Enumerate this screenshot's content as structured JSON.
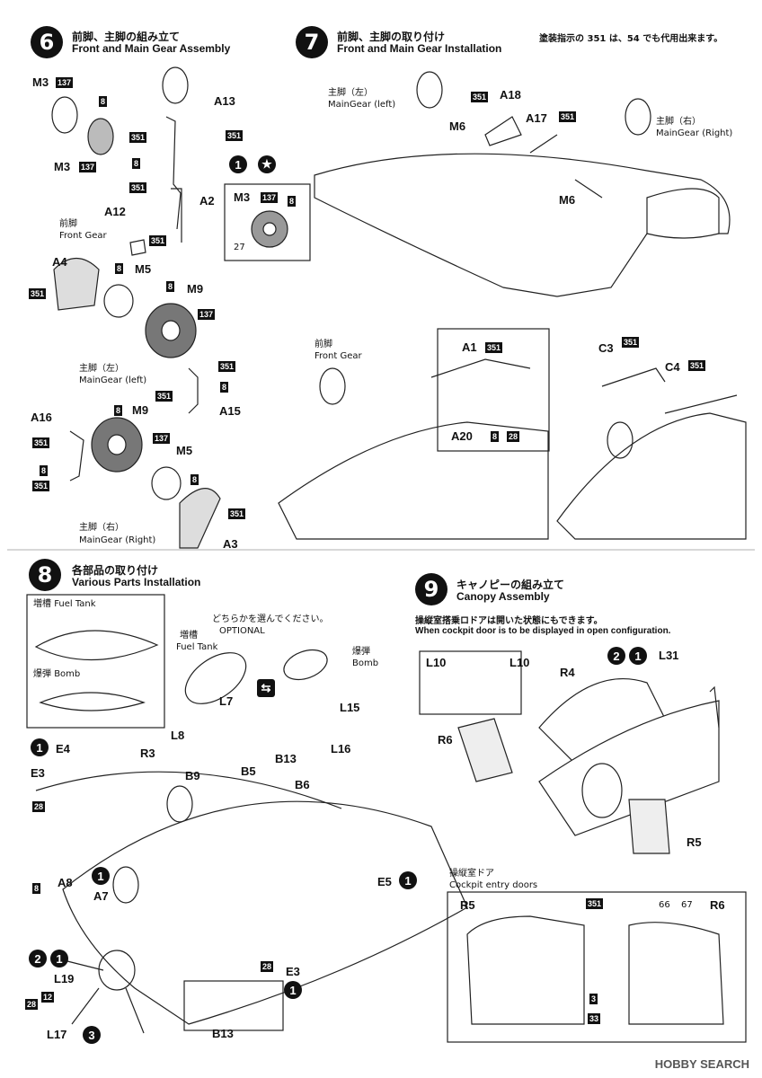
{
  "steps": {
    "s6": {
      "num": "6",
      "title_ja": "前脚、主脚の組み立て",
      "title_en": "Front and Main Gear Assembly"
    },
    "s7": {
      "num": "7",
      "title_ja": "前脚、主脚の取り付け",
      "title_en": "Front and Main Gear Installation"
    },
    "s8": {
      "num": "8",
      "title_ja": "各部品の取り付け",
      "title_en": "Various Parts Installation"
    },
    "s9": {
      "num": "9",
      "title_ja": "キャノピーの組み立て",
      "title_en": "Canopy Assembly"
    }
  },
  "paint_note": "塗装指示の 351 は、54 でも代用出来ます。",
  "labels": {
    "front_gear_ja": "前脚",
    "front_gear_en": "Front Gear",
    "main_left_ja": "主脚（左）",
    "main_left_en": "MainGear (left)",
    "main_right_ja": "主脚（右）",
    "main_right_en": "MainGear (Right)",
    "fuel_tank_ja": "増槽",
    "fuel_tank_en": "Fuel Tank",
    "bomb_ja": "爆弾",
    "bomb_en": "Bomb",
    "optional_ja": "どちらかを選んでください。",
    "optional_en": "OPTIONAL",
    "door_note_ja": "操縦室搭乗ロドアは開いた状態にもできます。",
    "door_note_en": "When cockpit door is to be displayed in open configuration.",
    "entry_doors_ja": "操縦室ドア",
    "entry_doors_en": "Cockpit entry doors"
  },
  "parts": {
    "A13": "A13",
    "A2": "A2",
    "A12": "A12",
    "A4": "A4",
    "M5": "M5",
    "M9": "M9",
    "A15": "A15",
    "A16": "A16",
    "A3": "A3",
    "M3": "M3",
    "M6": "M6",
    "A18": "A18",
    "A17": "A17",
    "A1": "A1",
    "A20": "A20",
    "C3": "C3",
    "C4": "C4",
    "E4": "E4",
    "E3": "E3",
    "R3": "R3",
    "L7": "L7",
    "L8": "L8",
    "L15": "L15",
    "L16": "L16",
    "B9": "B9",
    "B5": "B5",
    "B13": "B13",
    "B6": "B6",
    "E5": "E5",
    "A8": "A8",
    "A7": "A7",
    "L19": "L19",
    "L17": "L17",
    "L10": "L10",
    "R4": "R4",
    "R6": "R6",
    "R5": "R5",
    "L31": "L31"
  },
  "colors": {
    "c351": "351",
    "c137": "137",
    "c8": "8",
    "c28": "28",
    "c12": "12",
    "c54": "54",
    "c33": "33",
    "c3": "3",
    "c66": "66",
    "c67": "67",
    "c27": "27"
  },
  "marks": {
    "one": "1",
    "two": "2",
    "three": "3",
    "star": "★"
  },
  "watermark": "HOBBY SEARCH"
}
